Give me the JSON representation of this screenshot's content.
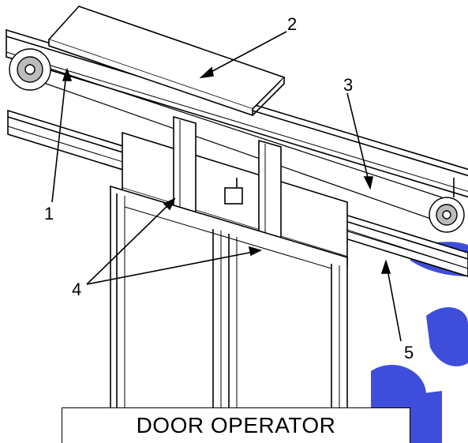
{
  "figure": {
    "caption": "DOOR OPERATOR",
    "callouts": [
      {
        "id": "1",
        "label": "1"
      },
      {
        "id": "2",
        "label": "2"
      },
      {
        "id": "3",
        "label": "3"
      },
      {
        "id": "4",
        "label": "4"
      },
      {
        "id": "5",
        "label": "5"
      }
    ]
  },
  "colors": {
    "line": "#000000",
    "fill": "#ffffff",
    "watermark": "#2b3bd6"
  }
}
